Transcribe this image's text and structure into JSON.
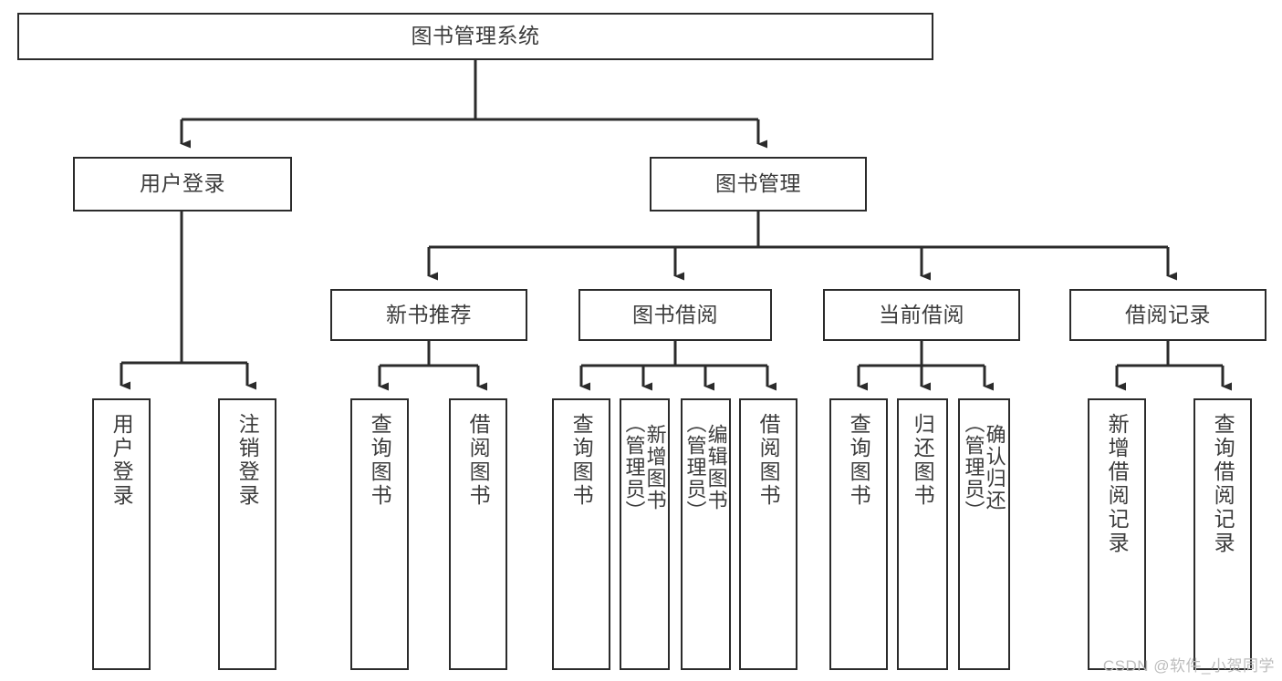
{
  "diagram": {
    "title": "图书管理系统",
    "type": "function-structure-tree",
    "stroke_color": "#2b2b2b",
    "text_color": "#3c3c3c",
    "background_color": "#ffffff",
    "watermark": "CSDN @软件_小贺同学",
    "nodes": {
      "root": {
        "label": "图书管理系统"
      },
      "level2": [
        {
          "id": "user-login",
          "label": "用户登录"
        },
        {
          "id": "book-management",
          "label": "图书管理"
        }
      ],
      "level3": [
        {
          "id": "new-book-recommend",
          "label": "新书推荐"
        },
        {
          "id": "book-borrow",
          "label": "图书借阅"
        },
        {
          "id": "current-borrow",
          "label": "当前借阅"
        },
        {
          "id": "borrow-record",
          "label": "借阅记录"
        }
      ],
      "leaves": {
        "user_login": [
          {
            "id": "leaf-user-login",
            "label": "用户登录"
          },
          {
            "id": "leaf-user-logout",
            "label": "注销登录"
          }
        ],
        "new_book_recommend": [
          {
            "id": "leaf-query-book-1",
            "label": "查询图书"
          },
          {
            "id": "leaf-borrow-book-1",
            "label": "借阅图书"
          }
        ],
        "book_borrow": [
          {
            "id": "leaf-query-book-2",
            "label": "查询图书"
          },
          {
            "id": "leaf-add-book",
            "label": "新增图书\n（管理员）"
          },
          {
            "id": "leaf-edit-book",
            "label": "编辑图书\n（管理员）"
          },
          {
            "id": "leaf-borrow-book-2",
            "label": "借阅图书"
          }
        ],
        "current_borrow": [
          {
            "id": "leaf-query-book-3",
            "label": "查询图书"
          },
          {
            "id": "leaf-return-book",
            "label": "归还图书"
          },
          {
            "id": "leaf-confirm-return",
            "label": "确认归还\n（管理员）"
          }
        ],
        "borrow_record": [
          {
            "id": "leaf-add-borrow-record",
            "label": "新增借阅记录"
          },
          {
            "id": "leaf-query-borrow-record",
            "label": "查询借阅记录"
          }
        ]
      }
    }
  }
}
